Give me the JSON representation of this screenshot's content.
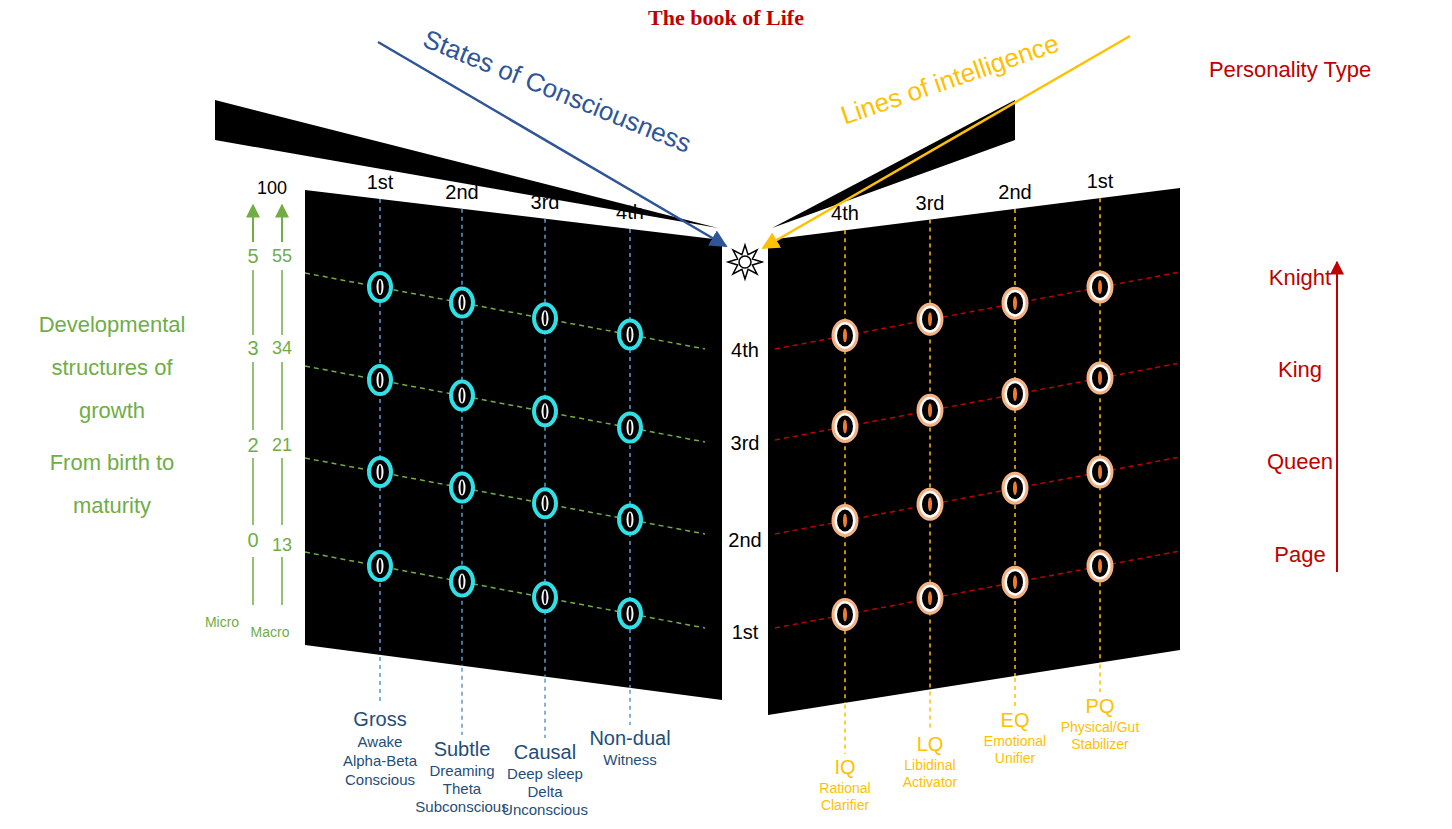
{
  "diagram": {
    "title": "The book of Life",
    "labels": [
      "States of Consciousness",
      "Lines of intelligence",
      "Personality Type",
      "100",
      "1st",
      "2nd",
      "3rd",
      "4th",
      "4th",
      "3rd",
      "2nd",
      "1st",
      "5",
      "55",
      "3",
      "34",
      "2",
      "21",
      "0",
      "13",
      "Micro",
      "Macro",
      "Developmental structures of growth",
      "From birth to maturity",
      "4th",
      "3rd",
      "2nd",
      "1st",
      "Knight",
      "King",
      "Queen",
      "Page",
      "Gross",
      "Awake Alpha-Beta Conscious",
      "Subtle",
      "Dreaming Theta Subconscious",
      "Causal",
      "Deep sleep Delta Unconscious",
      "Non-dual",
      "Witness",
      "IQ",
      "Rational Clarifier",
      "LQ",
      "Libidinal Activator",
      "EQ",
      "Emotional Unifier",
      "PQ",
      "Physical/Gut Stabilizer"
    ]
  }
}
